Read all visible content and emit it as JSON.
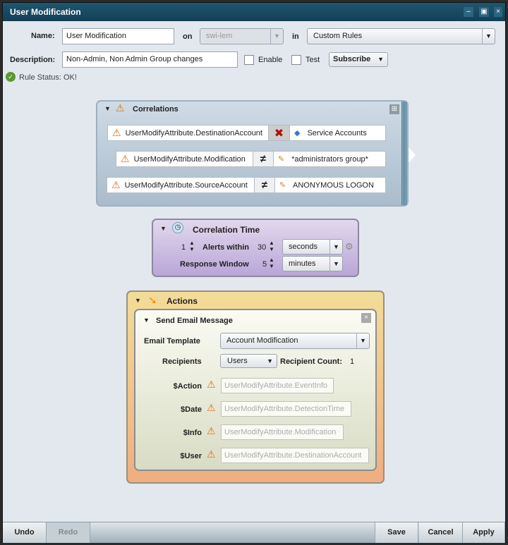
{
  "window": {
    "title": "User Modification",
    "minimize": "–",
    "maximize": "▣",
    "close": "×"
  },
  "header": {
    "name_label": "Name:",
    "name_value": "User Modification",
    "on_label": "on",
    "on_value": "swi-lem",
    "in_label": "in",
    "in_value": "Custom Rules",
    "desc_label": "Description:",
    "desc_value": "Non-Admin, Non Admin Group changes",
    "enable_label": "Enable",
    "test_label": "Test",
    "subscribe_label": "Subscribe",
    "status": "Rule Status: OK!"
  },
  "correlations": {
    "title": "Correlations",
    "rows": [
      {
        "field": "UserModifyAttribute.DestinationAccount",
        "op": "✖",
        "value": "Service Accounts"
      },
      {
        "field": "UserModifyAttribute.Modification",
        "op": "≠",
        "value": "*administrators group*"
      },
      {
        "field": "UserModifyAttribute.SourceAccount",
        "op": "≠",
        "value": "ANONYMOUS LOGON"
      }
    ]
  },
  "corr_time": {
    "title": "Correlation Time",
    "count": "1",
    "alerts_label": "Alerts within",
    "within": "30",
    "within_unit": "seconds",
    "response_label": "Response Window",
    "response": "5",
    "response_unit": "minutes"
  },
  "actions": {
    "title": "Actions",
    "email": {
      "title": "Send Email Message",
      "template_label": "Email Template",
      "template_value": "Account Modification",
      "recipients_label": "Recipients",
      "recipients_value": "Users",
      "count_label": "Recipient Count:",
      "count_value": "1",
      "params": [
        {
          "label": "$Action",
          "value": "UserModifyAttribute.EventInfo"
        },
        {
          "label": "$Date",
          "value": "UserModifyAttribute.DetectionTime"
        },
        {
          "label": "$Info",
          "value": "UserModifyAttribute.Modification"
        },
        {
          "label": "$User",
          "value": "UserModifyAttribute.DestinationAccount"
        }
      ]
    }
  },
  "footer": {
    "undo": "Undo",
    "redo": "Redo",
    "save": "Save",
    "cancel": "Cancel",
    "apply": "Apply"
  }
}
